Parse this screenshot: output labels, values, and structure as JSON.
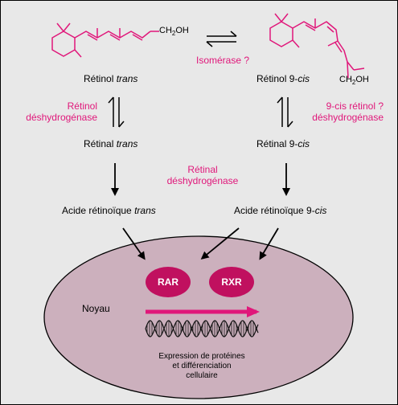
{
  "colors": {
    "background": "#e8e8e8",
    "accent": "#e0177a",
    "nucleus_fill": "#ccb0bd",
    "receptor_fill": "#c0105f"
  },
  "molecules": {
    "retinol_trans": {
      "prefix": "Rétinol ",
      "isomer": "trans",
      "group_text": "CH",
      "group_sub": "2",
      "group_tail": "OH"
    },
    "retinol_9cis": {
      "prefix": "Rétinol 9-",
      "isomer": "cis",
      "group_text": "CH",
      "group_sub": "2",
      "group_tail": "OH"
    },
    "retinal_trans": {
      "prefix": "Rétinal ",
      "isomer": "trans"
    },
    "retinal_9cis": {
      "prefix": "Rétinal 9-",
      "isomer": "cis"
    },
    "acid_trans": {
      "prefix": "Acide rétinoïque ",
      "isomer": "trans"
    },
    "acid_9cis": {
      "prefix": "Acide rétinoïque 9-",
      "isomer": "cis"
    }
  },
  "enzymes": {
    "isomerase": "Isomérase ?",
    "retinol_dehydrogenase": [
      "Rétinol",
      "déshydrogénase"
    ],
    "cis_retinol_dehydrogenase": [
      "9-cis rétinol ?",
      "déshydrogénase"
    ],
    "retinal_dehydrogenase": [
      "Rétinal",
      "déshydrogénase"
    ]
  },
  "nucleus": {
    "label": "Noyau",
    "receptors": [
      "RAR",
      "RXR"
    ],
    "expression": [
      "Expression de protéines",
      "et différenciation",
      "cellulaire"
    ]
  }
}
